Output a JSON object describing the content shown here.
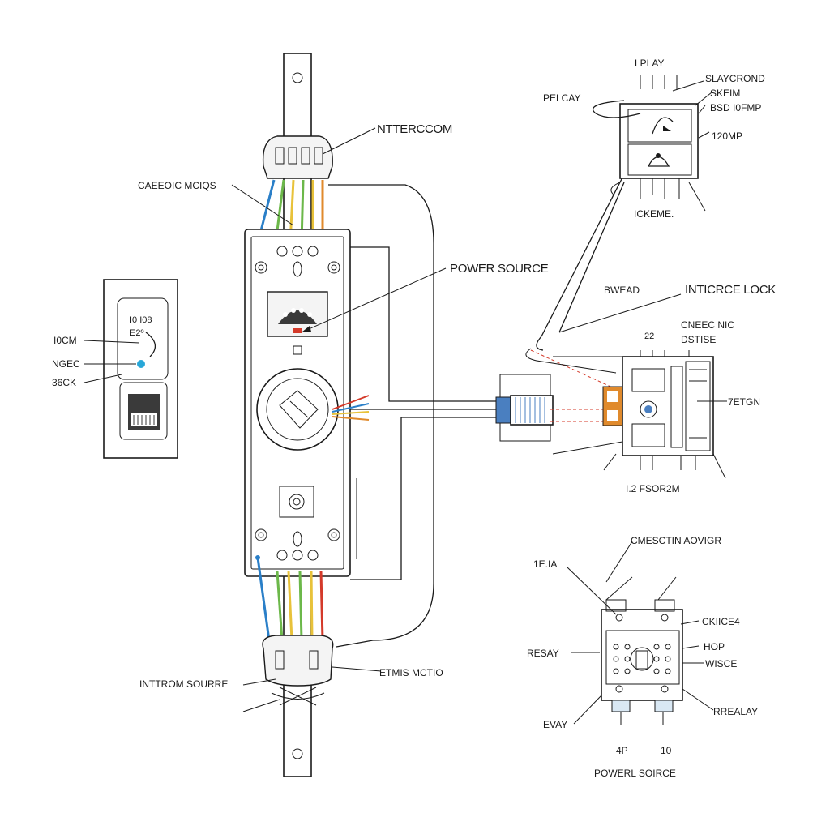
{
  "labels": {
    "intercom": "NTTERCCOM",
    "cable_magic": "CAEEOIC MCIQS",
    "power_source_mid": "POWER SOURCE",
    "left_jocm": "I0CM",
    "left_ngec": "NGEC",
    "left_36ck": "36CK",
    "left_panel_top": "I0 I08",
    "left_panel_mid": "E2º",
    "introm_source": "INTTROM SOURRE",
    "etmis_motio": "ETMIS MCTIO",
    "lplay": "LPLAY",
    "pelcay": "PELCAY",
    "slaycrond": "SLAYCROND",
    "skeim": "SKEIM",
    "bsd": "BSD I0FMP",
    "120mp": "120MP",
    "ickeme": "ICKEME.",
    "bwead": "BWEAD",
    "intercre_lock": "INTICRCE LOCK",
    "cneec_nic": "CNEEC NIC",
    "dstise": "DSTISE",
    "7etgn": "7ETGN",
    "sor2m": "I.2 FSOR2M",
    "small_22": "22",
    "cmesctin": "CMESCTIN AOVIGR",
    "1eia": "1E.IA",
    "ckiice4": "CKIICE4",
    "hop": "HOP",
    "resay": "RESAY",
    "wisce": "WISCE",
    "rrealay": "RREALAY",
    "evay": "EVAY",
    "4p": "4P",
    "10": "10",
    "powerl_source": "POWERL SOIRCE"
  },
  "colors": {
    "wire_blue": "#2a7fc8",
    "wire_green": "#6cb84a",
    "wire_yellow": "#e8c23a",
    "wire_orange": "#e08a2c",
    "wire_red": "#d43a2a",
    "indicator_cyan": "#28a7d8",
    "connector_blue": "#4a7fc0"
  }
}
